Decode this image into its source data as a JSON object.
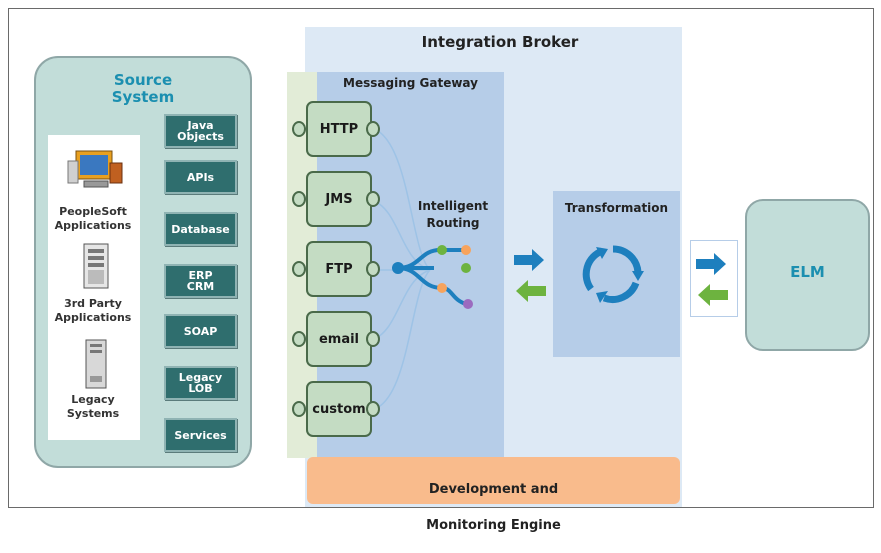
{
  "diagram": {
    "broker_title": "Integration Broker",
    "source": {
      "title_line1": "Source",
      "title_line2": "System",
      "apps": [
        {
          "label": "PeopleSoft\nApplications",
          "icon": "computer-icon"
        },
        {
          "label": "3rd Party\nApplications",
          "icon": "server-icon"
        },
        {
          "label": "Legacy\nSystems",
          "icon": "tower-icon"
        }
      ],
      "tiles": [
        "Java\nObjects",
        "APIs",
        "Database",
        "ERP\nCRM",
        "SOAP",
        "Legacy\nLOB",
        "Services"
      ]
    },
    "gateway": {
      "title": "Messaging Gateway",
      "connectors": [
        "HTTP",
        "JMS",
        "FTP",
        "email",
        "custom"
      ]
    },
    "routing": {
      "line1": "Intelligent",
      "line2": "Routing"
    },
    "transformation": {
      "title": "Transformation"
    },
    "target": {
      "label": "ELM"
    },
    "dev_engine": {
      "line1": "Development and",
      "line2": "Monitoring Engine"
    },
    "colors": {
      "teal_text": "#1b8fb0",
      "tile": "#2f6e6e",
      "arrow_blue": "#1d7fbe",
      "arrow_green": "#6db33f",
      "dev_orange": "#f9bb8c",
      "puzzle_green": "#c4dcc3"
    }
  }
}
